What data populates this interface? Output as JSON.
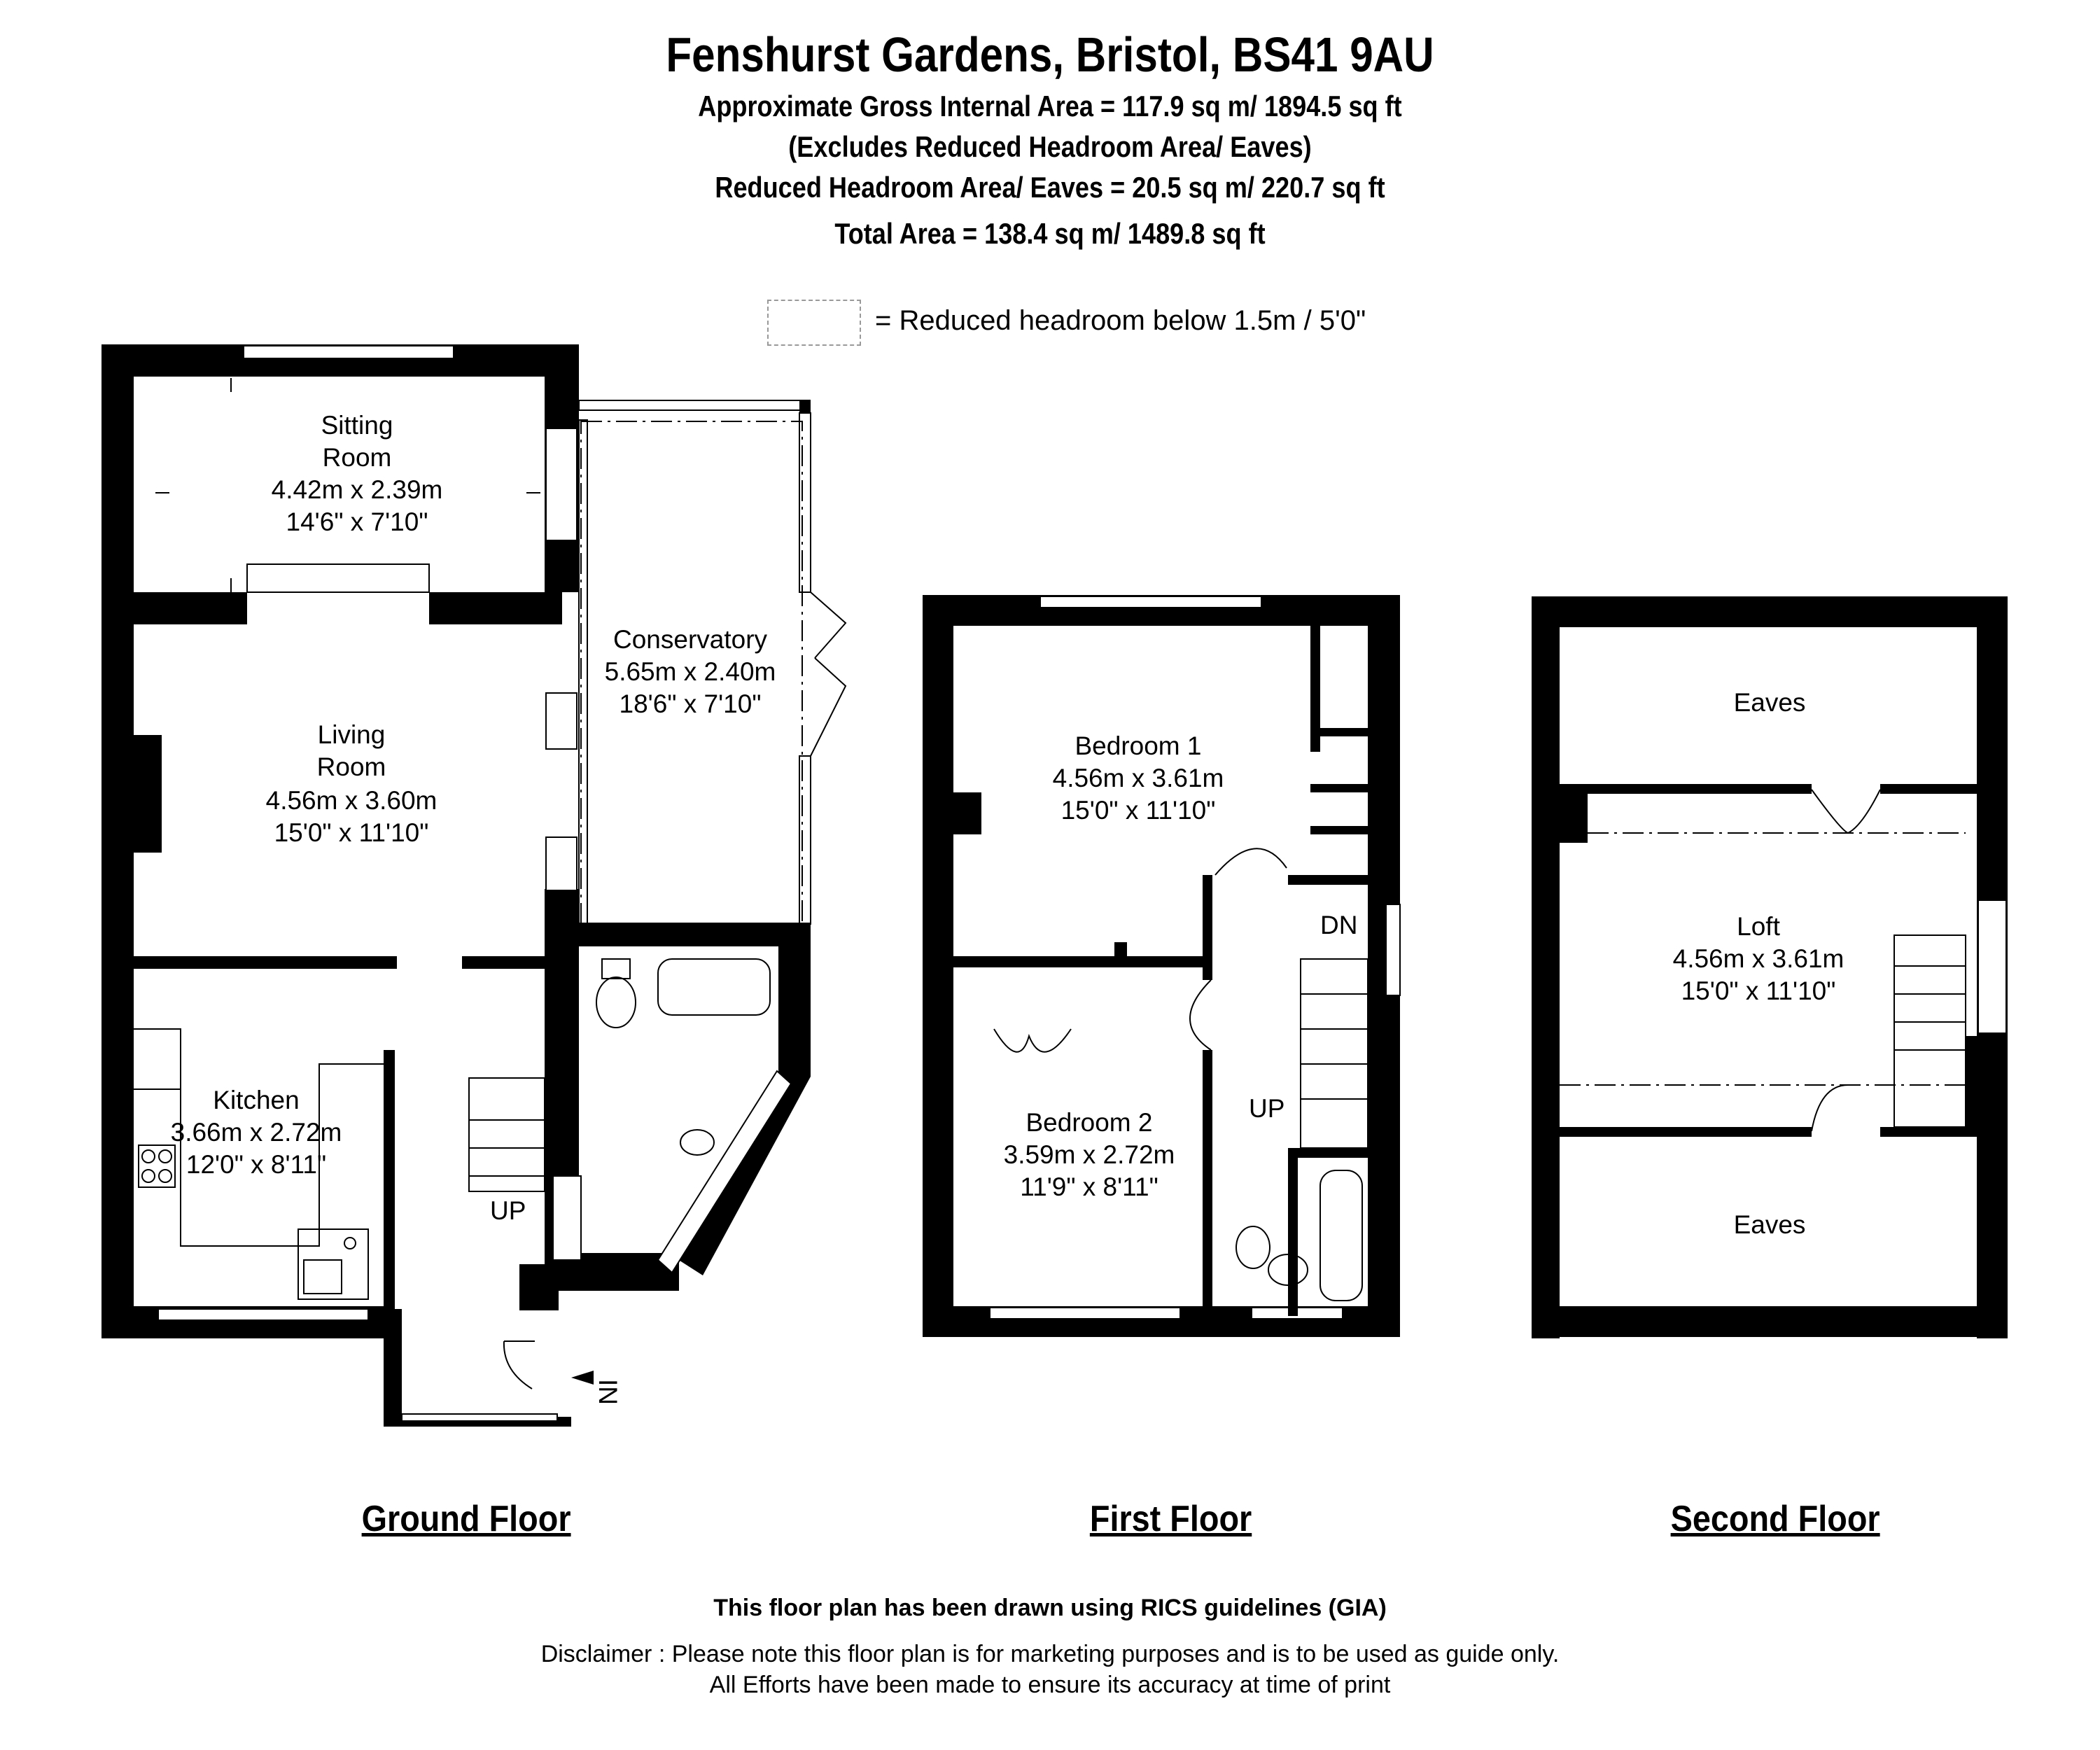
{
  "header": {
    "title": "Fenshurst Gardens, Bristol, BS41 9AU",
    "line1": "Approximate Gross Internal Area = 117.9 sq m/ 1894.5 sq ft",
    "line2": "(Excludes Reduced Headroom Area/ Eaves)",
    "line3": "Reduced Headroom Area/ Eaves = 20.5 sq m/ 220.7 sq ft",
    "line4": "Total Area = 138.4 sq m/ 1489.8 sq ft"
  },
  "legend": {
    "text": "= Reduced headroom below 1.5m / 5'0\""
  },
  "rooms": {
    "sitting": [
      "Sitting",
      "Room",
      "4.42m x 2.39m",
      "14'6\" x 7'10\""
    ],
    "living": [
      "Living",
      "Room",
      "4.56m x 3.60m",
      "15'0\" x 11'10\""
    ],
    "conservatory": [
      "Conservatory",
      "5.65m x 2.40m",
      "18'6\" x 7'10\""
    ],
    "kitchen": [
      "Kitchen",
      "3.66m x 2.72m",
      "12'0\" x 8'11\""
    ],
    "bedroom1": [
      "Bedroom 1",
      "4.56m x 3.61m",
      "15'0\" x 11'10\""
    ],
    "bedroom2": [
      "Bedroom 2",
      "3.59m x 2.72m",
      "11'9\" x 8'11\""
    ],
    "loft": [
      "Loft",
      "4.56m x 3.61m",
      "15'0\" x 11'10\""
    ],
    "eaves_top": "Eaves",
    "eaves_bottom": "Eaves"
  },
  "markers": {
    "up_ground": "UP",
    "up_first": "UP",
    "dn_first": "DN",
    "in": "IN"
  },
  "floors": {
    "ground": "Ground Floor",
    "first": "First Floor",
    "second": "Second Floor"
  },
  "footer": {
    "rics": "This floor plan has been drawn using RICS guidelines (GIA)",
    "disclaimer1": "Disclaimer : Please note this floor plan is for marketing purposes and is to be used as guide only.",
    "disclaimer2": "All Efforts have been made to ensure its accuracy at time of print"
  }
}
